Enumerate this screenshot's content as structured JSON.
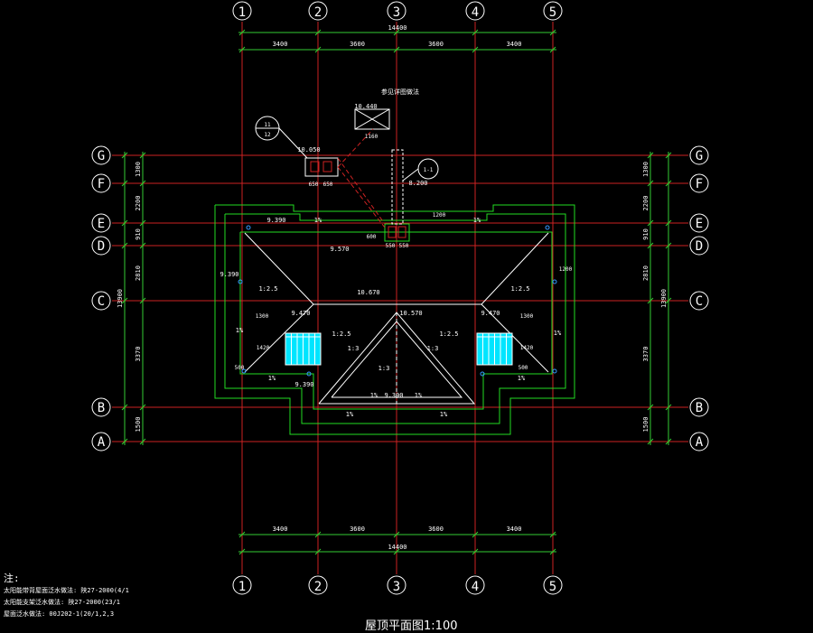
{
  "drawing": {
    "title": "屋顶平面图",
    "scale": "1:100",
    "background": "#000000",
    "colors": {
      "axis_line": "#cc2222",
      "wall": "#22dd22",
      "bubble": "#ffffff",
      "dimension": "#33cc33",
      "text": "#ffffff",
      "slope_line": "#ffffff",
      "skylight": "#00e5ff",
      "cyan_mark": "#3399ff"
    }
  },
  "grid": {
    "columns": [
      "1",
      "2",
      "3",
      "4",
      "5"
    ],
    "rows": [
      "G",
      "F",
      "E",
      "D",
      "C",
      "B",
      "A"
    ]
  },
  "dimensions": {
    "top_total": "14400",
    "top_segments": [
      "3400",
      "3600",
      "3600",
      "3400"
    ],
    "bottom_total": "14400",
    "bottom_segments": [
      "3400",
      "3600",
      "3600",
      "3400"
    ],
    "left_segments": [
      "1300",
      "2200",
      "910",
      "2810",
      "3370",
      "1500",
      "1500"
    ],
    "left_total": "13900",
    "right_segments": [
      "1300",
      "2200",
      "910",
      "2810",
      "3370",
      "1500",
      "1500"
    ],
    "right_total": "13900"
  },
  "annotations": {
    "elevations": [
      "10.440",
      "10.050",
      "9.390",
      "9.390",
      "9.570",
      "10.670",
      "10.570",
      "9.470",
      "9.470",
      "9.390",
      "9.390",
      "8.200"
    ],
    "slopes": [
      "1%",
      "1%",
      "1%",
      "1%",
      "1%",
      "1%",
      "1%",
      "1%",
      "1%",
      "1%"
    ],
    "ratios": [
      "1:2.5",
      "1:2.5",
      "1:2.5",
      "1:2.5",
      "1:3",
      "1:3",
      "1:3"
    ],
    "small_dims": [
      "1160",
      "650",
      "650",
      "550",
      "550",
      "1200",
      "1200",
      "500",
      "500",
      "1420",
      "1420",
      "1300",
      "1300",
      "600"
    ],
    "leader_note": "参见详图做法",
    "callout_left": [
      "11",
      "12"
    ],
    "callout_right": [
      "1-1"
    ]
  },
  "notes": {
    "heading": "注:",
    "lines": [
      "太阳能带背屋面泛水做法: 陕27-2000(4/1",
      "太阳能支架泛水做法: 陕27-2000(23/1",
      "屋面泛水做法: 00J202-1(20/1,2,3"
    ]
  }
}
